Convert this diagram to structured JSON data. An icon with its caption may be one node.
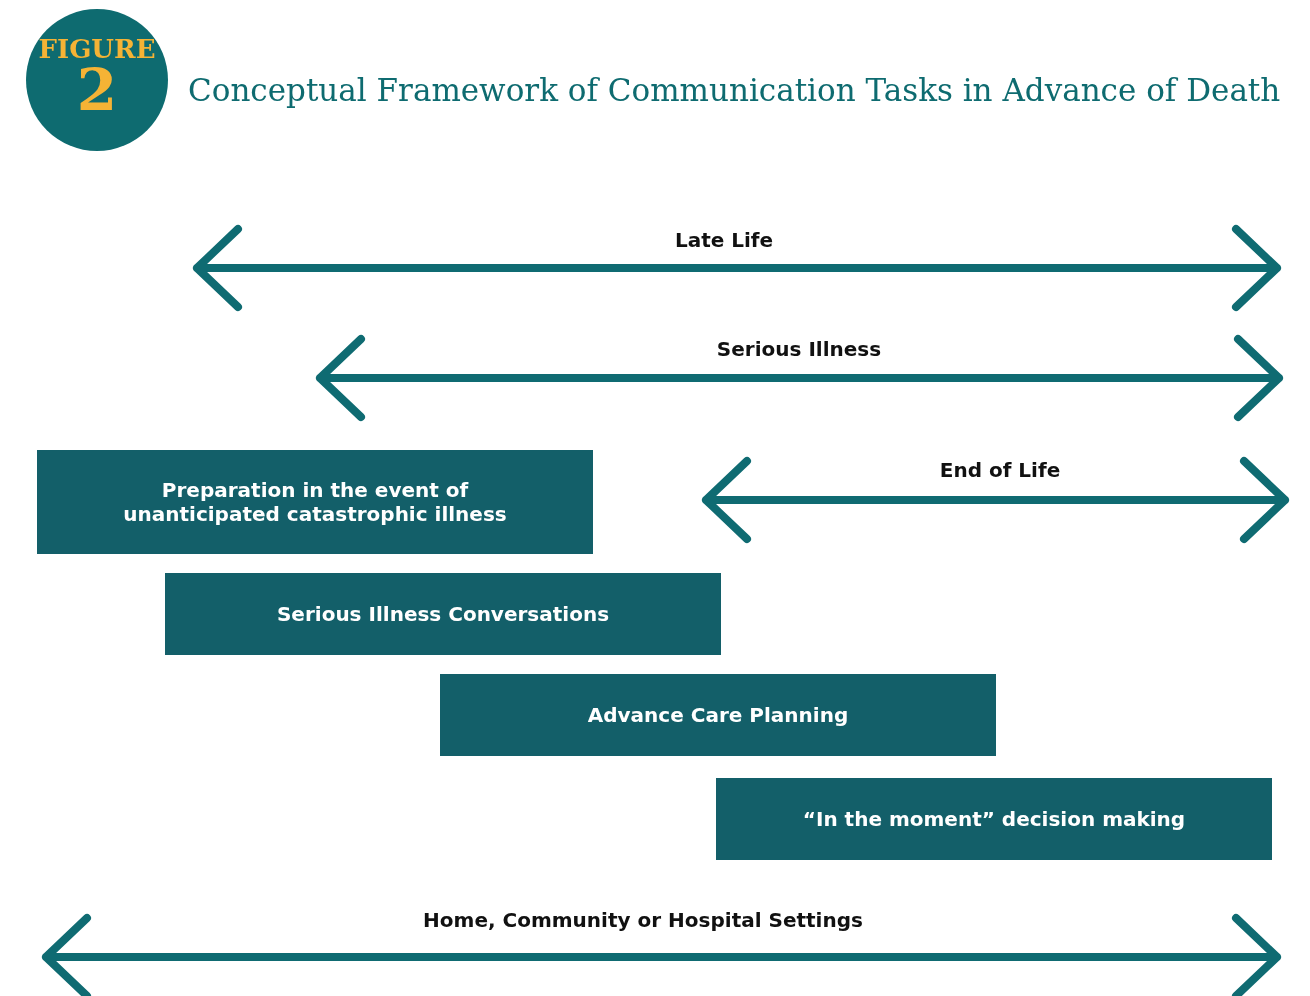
{
  "diagram": {
    "title": "Conceptual Framework of Communication Tasks in Advance of Death",
    "nodes": [
      {
        "text": [
          "FIGURE",
          "2"
        ]
      },
      {
        "text": [
          "Preparation in the event of unanticipated catastrophic illness"
        ]
      },
      {
        "text": [
          "Serious Illness Conversations"
        ]
      },
      {
        "text": [
          "Advance Care Planning"
        ]
      },
      {
        "text": [
          "“In the moment” decision making"
        ]
      }
    ],
    "labels": [
      "Late Life",
      "Serious Illness",
      "End of Life",
      "Home, Community or Hospital Settings"
    ]
  }
}
